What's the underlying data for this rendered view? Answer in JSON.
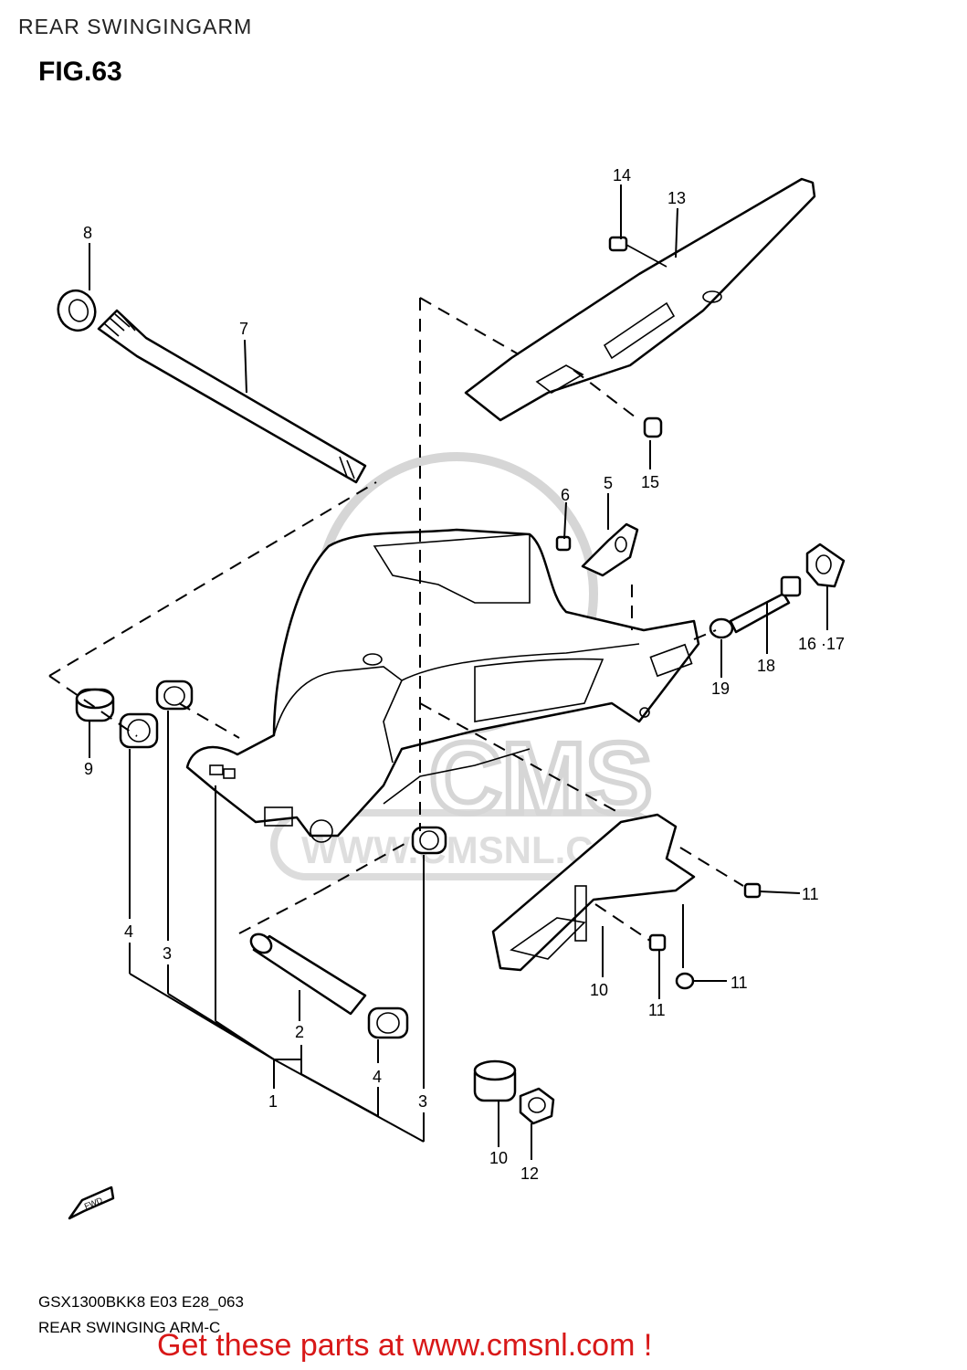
{
  "header": {
    "title": "REAR SWINGINGARM"
  },
  "figure": {
    "number": "FIG.63"
  },
  "watermark": {
    "logo_text": "CMS",
    "url_text": "WWW.CMSNL.COM"
  },
  "callouts": {
    "c1": "1",
    "c2": "2",
    "c3a": "3",
    "c3b": "3",
    "c4a": "4",
    "c4b": "4",
    "c5": "5",
    "c6": "6",
    "c7": "7",
    "c8": "8",
    "c9": "9",
    "c10a": "10",
    "c10b": "10",
    "c11a": "11",
    "c11b": "11",
    "c11c": "11",
    "c12": "12",
    "c13": "13",
    "c14": "14",
    "c15": "15",
    "c16_17": "16 ·17",
    "c18": "18",
    "c19": "19"
  },
  "fwd_label": "FWD",
  "footer": {
    "code": "GSX1300BKK8 E03 E28_063",
    "name": "REAR SWINGING ARM-C",
    "link": "Get these parts at www.cmsnl.com !"
  },
  "colors": {
    "link": "#d81818",
    "ink": "#000000",
    "watermark": "#d6d6d6"
  }
}
